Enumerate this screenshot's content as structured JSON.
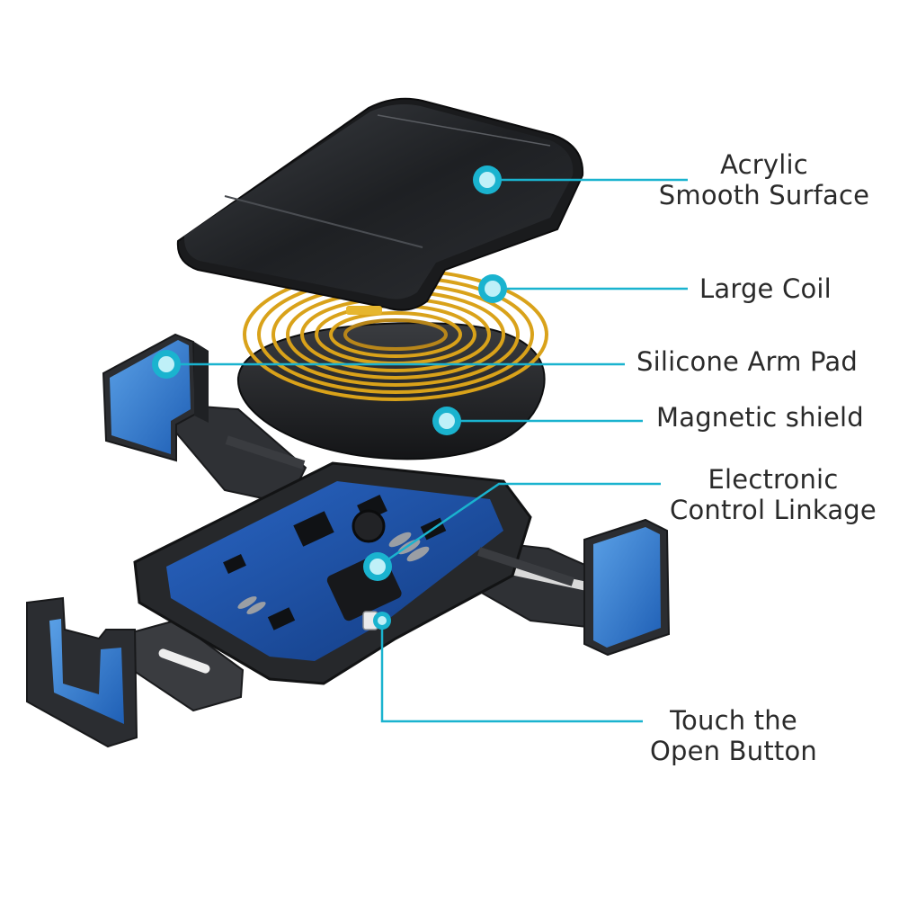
{
  "diagram": {
    "colors": {
      "accent": "#1ab3cf",
      "device_dark": "#2b2d31",
      "arm_blue": "#2f7fd0",
      "coil_gold": "#d9a21a",
      "pcb_blue": "#1d4fa3"
    },
    "labels": {
      "acrylic": [
        "Acrylic",
        "Smooth Surface"
      ],
      "coil": "Large Coil",
      "arm_pad": "Silicone Arm Pad",
      "shield": "Magnetic shield",
      "linkage": [
        "Electronic",
        "Control Linkage"
      ],
      "button": [
        "Touch the",
        "Open Button"
      ]
    }
  }
}
